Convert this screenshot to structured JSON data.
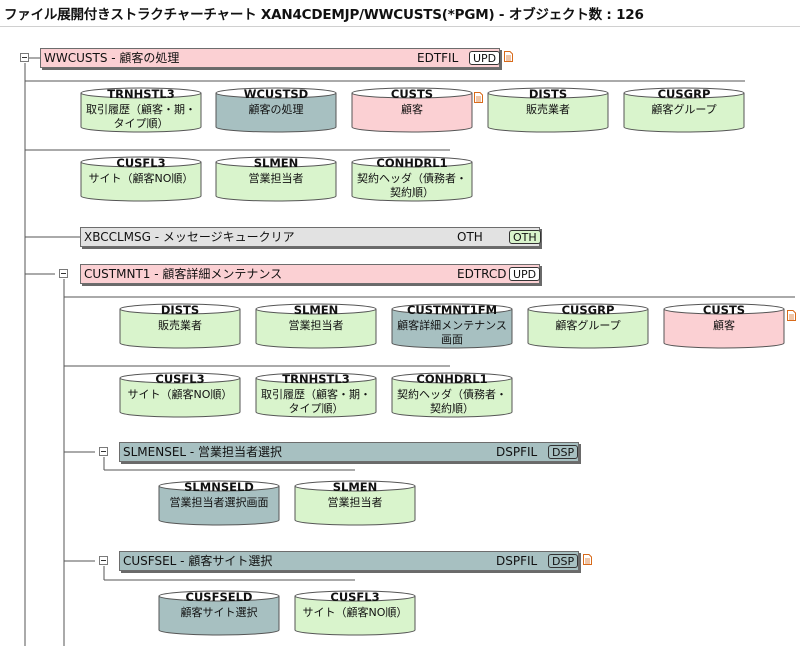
{
  "title": "ファイル展開付きストラクチャーチャート XAN4CDEMJP/WWCUSTS(*PGM) - オブジェクト数 : 126",
  "colors": {
    "pink": "#fbd0d3",
    "green": "#d9f4cc",
    "teal": "#a7c0c1",
    "grey": "#e2e2e2",
    "doc_icon": "#d86a1a"
  },
  "root": {
    "label": "WWCUSTS - 顧客の処理",
    "type": "EDTFIL",
    "tag": "UPD"
  },
  "root_files_row1": [
    {
      "name": "TRNHSTL3",
      "desc": "取引履歴（顧客・期・タイプ順）",
      "color": "green"
    },
    {
      "name": "WCUSTSD",
      "desc": "顧客の処理",
      "color": "teal"
    },
    {
      "name": "CUSTS",
      "desc": "顧客",
      "color": "pink"
    },
    {
      "name": "DISTS",
      "desc": "販売業者",
      "color": "green"
    },
    {
      "name": "CUSGRP",
      "desc": "顧客グループ",
      "color": "green"
    }
  ],
  "root_files_row2": [
    {
      "name": "CUSFL3",
      "desc": "サイト（顧客NO順）",
      "color": "green"
    },
    {
      "name": "SLMEN",
      "desc": "営業担当者",
      "color": "green"
    },
    {
      "name": "CONHDRL1",
      "desc": "契約ヘッダ（債務者・契約順）",
      "color": "green"
    }
  ],
  "xbcc": {
    "label": "XBCCLMSG - メッセージキュークリア",
    "type": "OTH",
    "tag": "OTH"
  },
  "custmnt": {
    "label": "CUSTMNT1 - 顧客詳細メンテナンス",
    "type": "EDTRCD",
    "tag": "UPD"
  },
  "custmnt_files_row1": [
    {
      "name": "DISTS",
      "desc": "販売業者",
      "color": "green"
    },
    {
      "name": "SLMEN",
      "desc": "営業担当者",
      "color": "green"
    },
    {
      "name": "CUSTMNT1FM",
      "desc": "顧客詳細メンテナンス画面",
      "color": "teal"
    },
    {
      "name": "CUSGRP",
      "desc": "顧客グループ",
      "color": "green"
    },
    {
      "name": "CUSTS",
      "desc": "顧客",
      "color": "pink"
    }
  ],
  "custmnt_files_row2": [
    {
      "name": "CUSFL3",
      "desc": "サイト（顧客NO順）",
      "color": "green"
    },
    {
      "name": "TRNHSTL3",
      "desc": "取引履歴（顧客・期・タイプ順）",
      "color": "green"
    },
    {
      "name": "CONHDRL1",
      "desc": "契約ヘッダ（債務者・契約順）",
      "color": "green"
    }
  ],
  "slmensel": {
    "label": "SLMENSEL - 営業担当者選択",
    "type": "DSPFIL",
    "tag": "DSP"
  },
  "slmensel_files": [
    {
      "name": "SLMNSELD",
      "desc": "営業担当者選択画面",
      "color": "teal"
    },
    {
      "name": "SLMEN",
      "desc": "営業担当者",
      "color": "green"
    }
  ],
  "cusfsel": {
    "label": "CUSFSEL - 顧客サイト選択",
    "type": "DSPFIL",
    "tag": "DSP"
  },
  "cusfsel_files": [
    {
      "name": "CUSFSELD",
      "desc": "顧客サイト選択",
      "color": "teal"
    },
    {
      "name": "CUSFL3",
      "desc": "サイト（顧客NO順）",
      "color": "green"
    }
  ]
}
